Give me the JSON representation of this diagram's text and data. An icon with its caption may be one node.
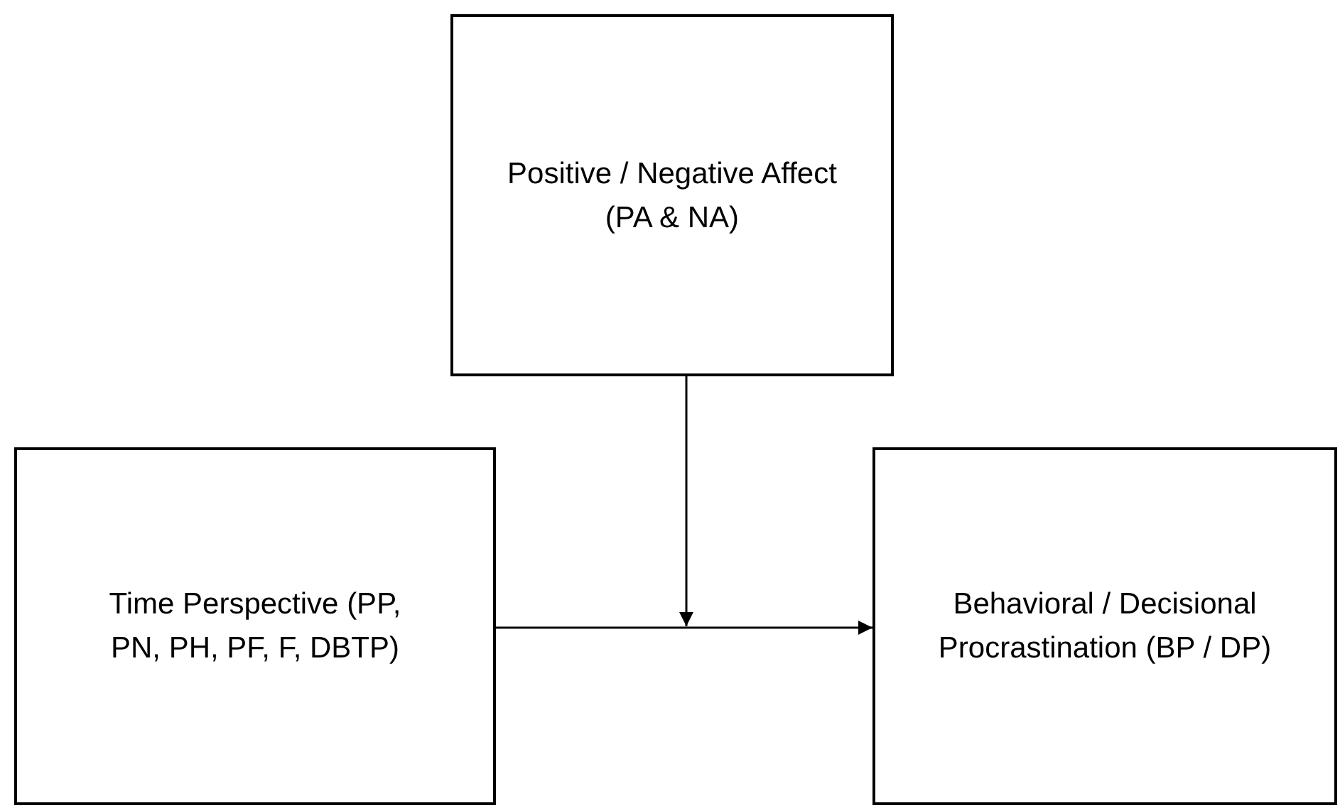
{
  "diagram": {
    "nodes": [
      {
        "text": [
          "Positive / Negative Affect (PA & NA)"
        ]
      },
      {
        "text": [
          "Time Perspective (PP, PN, PH, PF, F, DBTP)"
        ]
      },
      {
        "text": [
          "Behavioral / Decisional Procrastination (BP / DP)"
        ]
      }
    ],
    "edges": [
      {
        "from": 1,
        "to": 2,
        "arrow": "to"
      },
      {
        "from": 0,
        "to": null,
        "arrow": "to"
      }
    ]
  }
}
